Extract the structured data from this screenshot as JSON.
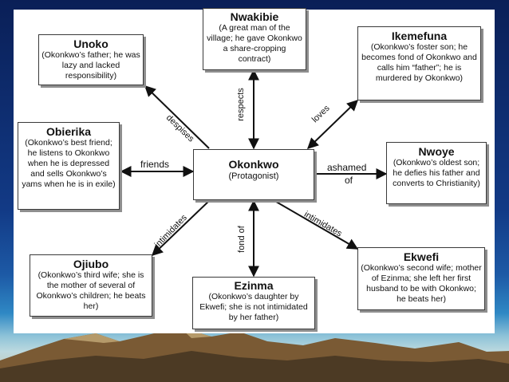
{
  "colors": {
    "panel": "#ffffff",
    "border": "#3a3a3a",
    "shadow": "#8e8e8e",
    "text": "#111111",
    "background_top": "#0a1f57",
    "sea": "#2f88c4"
  },
  "center": {
    "name": "Okonkwo",
    "desc": "(Protagonist)"
  },
  "nodes": {
    "unoko": {
      "name": "Unoko",
      "desc": "(Okonkwo’s father; he was lazy and lacked responsibility)"
    },
    "nwakibie": {
      "name": "Nwakibie",
      "desc": "(A great man of the village; he gave Okonkwo a share-cropping contract)"
    },
    "ikemefuna": {
      "name": "Ikemefuna",
      "desc": "(Okonkwo’s foster son; he becomes fond of Okonkwo and calls him “father”; he is murdered by Okonkwo)"
    },
    "obierika": {
      "name": "Obierika",
      "desc": "(Okonkwo’s best friend; he listens to Okonkwo when he is depressed and sells Okonkwo’s yams when he is in exile)"
    },
    "nwoye": {
      "name": "Nwoye",
      "desc": "(Okonkwo’s oldest son; he defies his father and converts to Christianity)"
    },
    "ojiubo": {
      "name": "Ojiubo",
      "desc": "(Okonkwo’s third wife; she is the mother of several of Okonkwo’s children; he beats her)"
    },
    "ezinma": {
      "name": "Ezinma",
      "desc": "(Okonkwo’s daughter by Ekwefi; she is not intimidated by her father)"
    },
    "ekwefi": {
      "name": "Ekwefi",
      "desc": "(Okonkwo’s second wife; mother of Ezinma; she left her first husband to be with Okonkwo; he beats her)"
    }
  },
  "relations": {
    "despises": "despises",
    "respects": "respects",
    "loves": "loves",
    "friends": "friends",
    "ashamed_of_1": "ashamed",
    "ashamed_of_2": "of",
    "intimidates_left": "intimidates",
    "fond_of": "fond of",
    "intimidates_right": "intimidates"
  }
}
